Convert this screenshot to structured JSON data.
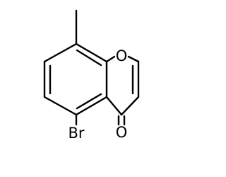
{
  "molecule": {
    "atoms": [
      {
        "id": "O1",
        "label": "O"
      },
      {
        "id": "O4",
        "label": "O"
      },
      {
        "id": "Br",
        "label": "Br"
      }
    ]
  }
}
